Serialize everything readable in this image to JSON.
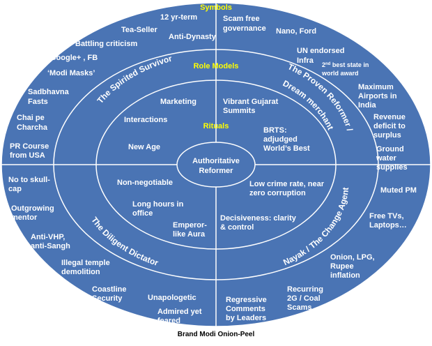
{
  "caption": "Brand Modi Onion-Peel",
  "colors": {
    "fill": "#4A74B4",
    "line": "#FFFFFF",
    "text": "#FFFFFF",
    "heading": "#FFFF00",
    "caption": "#000000"
  },
  "rings": {
    "symbols": "Symbols",
    "role_models": "Role Models",
    "rituals": "Rituals",
    "core_line1": "Authoritative",
    "core_line2": "Reformer"
  },
  "quadrants": {
    "spirited_survivor": "The Spirited Survivor",
    "proven_reformer_line1": "The Proven Reformer /",
    "proven_reformer_line2": "Dream merchant",
    "diligent_dictator": "The Diligent Dictator",
    "change_agent": "Nayak / The Change Agent"
  },
  "symbols_left": {
    "yr_term": "12 yr-term",
    "tea_seller": "Tea-Seller",
    "anti_dynasty": "Anti-Dynasty",
    "battling_criticism": "Battling criticism",
    "google_fb": "Google+ , FB",
    "modi_masks": "‘Modi Masks’",
    "sadbhavna_1": "Sadbhavna",
    "sadbhavna_2": "Fasts",
    "chai_1": "Chai pe",
    "chai_2": "Charcha",
    "pr_1": "PR Course",
    "pr_2": "from  USA"
  },
  "symbols_right": {
    "scam_1": "Scam free",
    "scam_2": "governance",
    "nano": "Nano, Ford",
    "un_1": "UN endorsed",
    "un_2": "Infra",
    "best_num": "2",
    "best_sup": "nd",
    "best_1": " best state in",
    "best_2": "world award",
    "airports_1": "Maximum",
    "airports_2": "Airports in",
    "airports_3": "India",
    "revenue_1": "Revenue",
    "revenue_2": "deficit to",
    "revenue_3": "surplus",
    "ground_1": "Ground",
    "ground_2": "water",
    "ground_3": "supplies"
  },
  "symbols_lower_left": {
    "skull_1": "No to skull-",
    "skull_2": "cap",
    "mentor_1": "Outgrowing",
    "mentor_2": "mentor",
    "vhp_1": "Anti-VHP,",
    "vhp_2": "anti-Sangh",
    "temple_1": "Illegal temple",
    "temple_2": "demolition",
    "coast_1": "Coastline",
    "coast_2": "Security",
    "unapologetic": "Unapologetic",
    "admired_1": "Admired yet",
    "admired_2": "feared"
  },
  "symbols_lower_right": {
    "muted_pm": "Muted PM",
    "tvs_1": "Free TVs,",
    "tvs_2": "Laptops…",
    "onion_1": "Onion, LPG,",
    "onion_2": "Rupee",
    "onion_3": "inflation",
    "scams_1": "Recurring",
    "scams_2": "2G / Coal",
    "scams_3": "Scams",
    "comments_1": "Regressive",
    "comments_2": "Comments",
    "comments_3": "by Leaders"
  },
  "rituals_items": {
    "marketing": "Marketing",
    "interactions": "Interactions",
    "new_age": "New Age",
    "vibrant_1": "Vibrant Gujarat",
    "vibrant_2": "Summits",
    "brts_1": "BRTS:",
    "brts_2": "adjudged",
    "brts_3": "World’s Best",
    "non_negotiable": "Non-negotiable",
    "hours_1": "Long hours in",
    "hours_2": "office",
    "emperor_1": "Emperor-",
    "emperor_2": "like Aura",
    "crime_1": "Low crime rate, near",
    "crime_2": "zero corruption",
    "decisive_1": "Decisiveness: clarity",
    "decisive_2": "& control"
  }
}
